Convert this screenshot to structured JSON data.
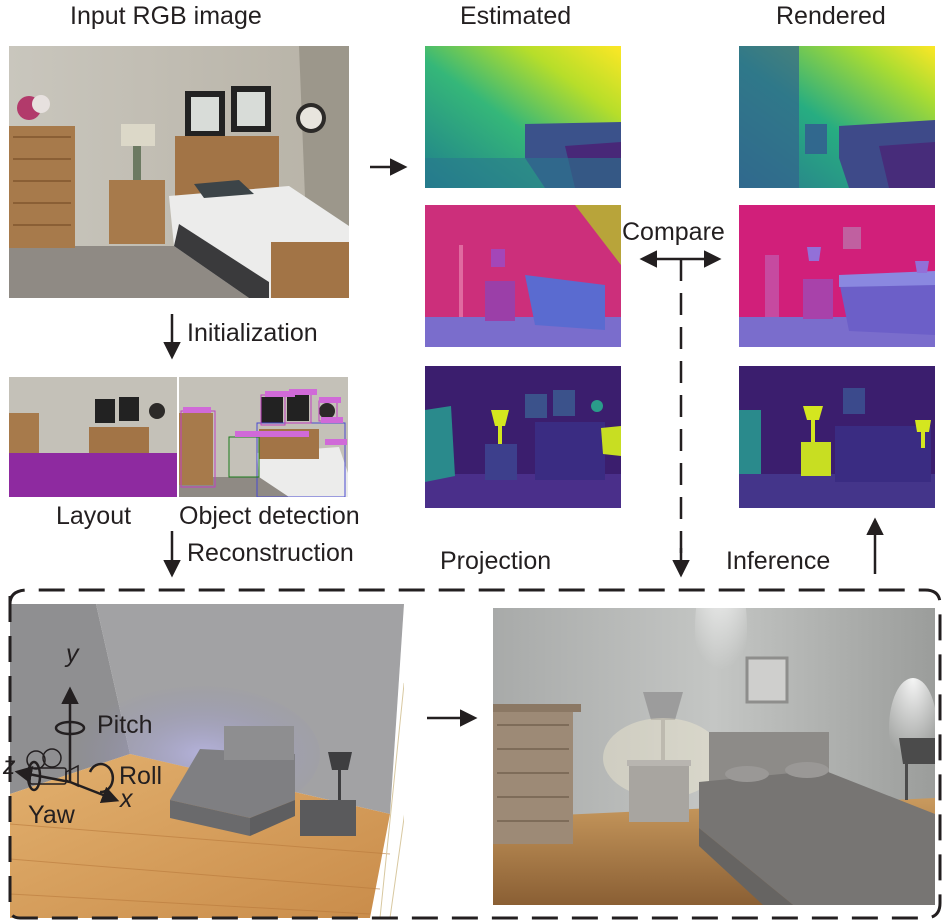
{
  "headers": {
    "input": "Input RGB image",
    "estimated": "Estimated",
    "rendered": "Rendered"
  },
  "steps": {
    "initialization": "Initialization",
    "reconstruction": "Reconstruction",
    "compare": "Compare",
    "projection": "Projection",
    "inference": "Inference"
  },
  "sublabels": {
    "layout": "Layout",
    "object_detection": "Object detection"
  },
  "axes": {
    "y": "y",
    "z": "z",
    "x": "x",
    "pitch": "Pitch",
    "roll": "Roll",
    "yaw": "Yaw"
  },
  "colors": {
    "depth_far": "#fde725",
    "depth_mid": "#21a38d",
    "depth_near": "#3b2f8a",
    "normal_wall": "#d0307a",
    "normal_floor": "#7a6dcc",
    "seg_bg": "#3b1e6e",
    "seg_object": "#d4e61f",
    "layout_floor": "#8e2aa0",
    "wood_floor": "#d9a25e"
  },
  "icons": [
    "camera-icon",
    "rotation-arrow-icon",
    "arrow-right-icon",
    "arrow-down-icon",
    "arrow-up-icon",
    "double-arrow-icon"
  ]
}
